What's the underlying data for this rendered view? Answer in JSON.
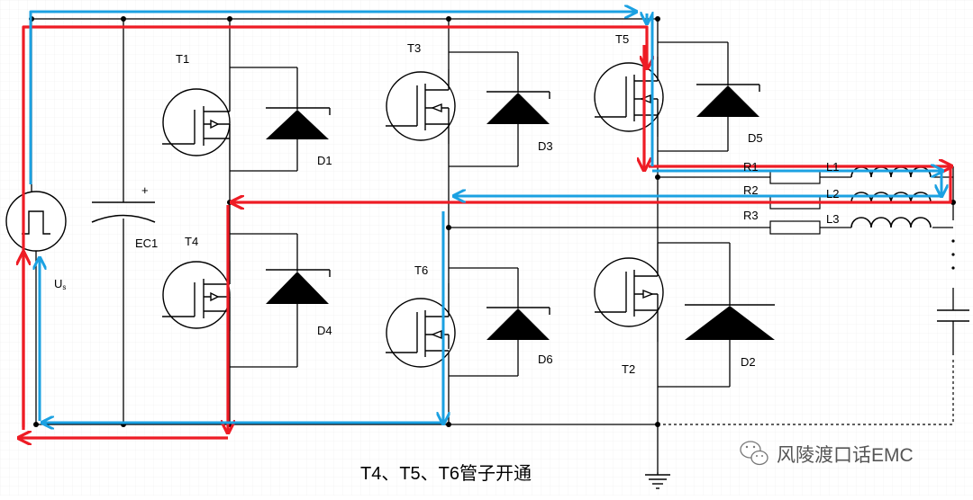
{
  "labels": {
    "t1": "T1",
    "t2": "T2",
    "t3": "T3",
    "t4": "T4",
    "t5": "T5",
    "t6": "T6",
    "d1": "D1",
    "d2": "D2",
    "d3": "D3",
    "d4": "D4",
    "d5": "D5",
    "d6": "D6",
    "ec1": "EC1",
    "plus": "+",
    "us_main": "U",
    "us_sub": "s",
    "r1": "R1",
    "r2": "R2",
    "r3": "R3",
    "l1": "L1",
    "l2": "L2",
    "l3": "L3"
  },
  "caption": "T4、T5、T6管子开通",
  "watermark": "风陵渡口话EMC",
  "colors": {
    "wire": "#000000",
    "current_path_red": "#ee1c25",
    "current_path_blue": "#1ba1e2",
    "grid": "#e2e2e2"
  }
}
